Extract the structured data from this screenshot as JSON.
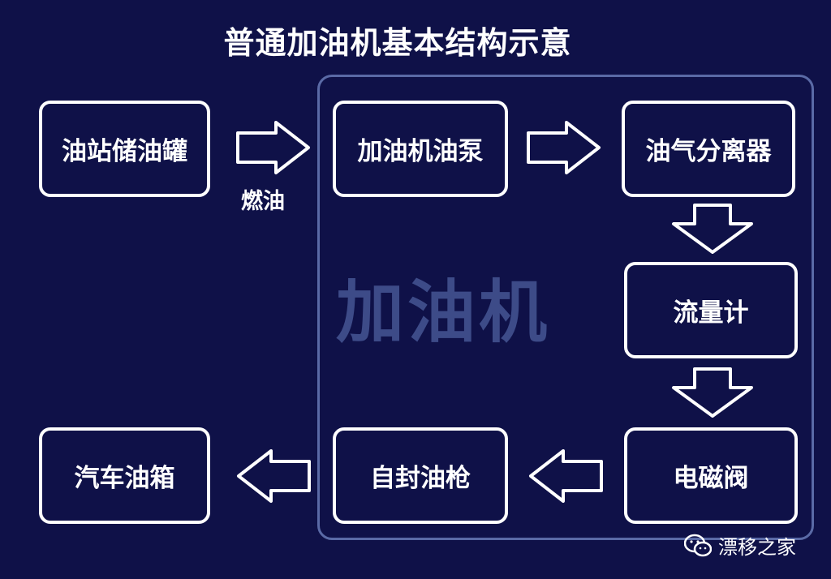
{
  "title": "普通加油机基本结构示意",
  "group_label": "加油机",
  "nodes": {
    "tank": "油站储油罐",
    "pump": "加油机油泵",
    "separator": "油气分离器",
    "meter": "流量计",
    "valve": "电磁阀",
    "nozzle": "自封油枪",
    "car_tank": "汽车油箱"
  },
  "edge_labels": {
    "tank_to_pump": "燃油"
  },
  "watermark": {
    "text": "漂移之家",
    "icon": "wechat-icon"
  },
  "colors": {
    "background": "#0f1148",
    "box_border": "#ffffff",
    "frame_border": "#5a6aa6",
    "group_label": "#3d4b88"
  }
}
